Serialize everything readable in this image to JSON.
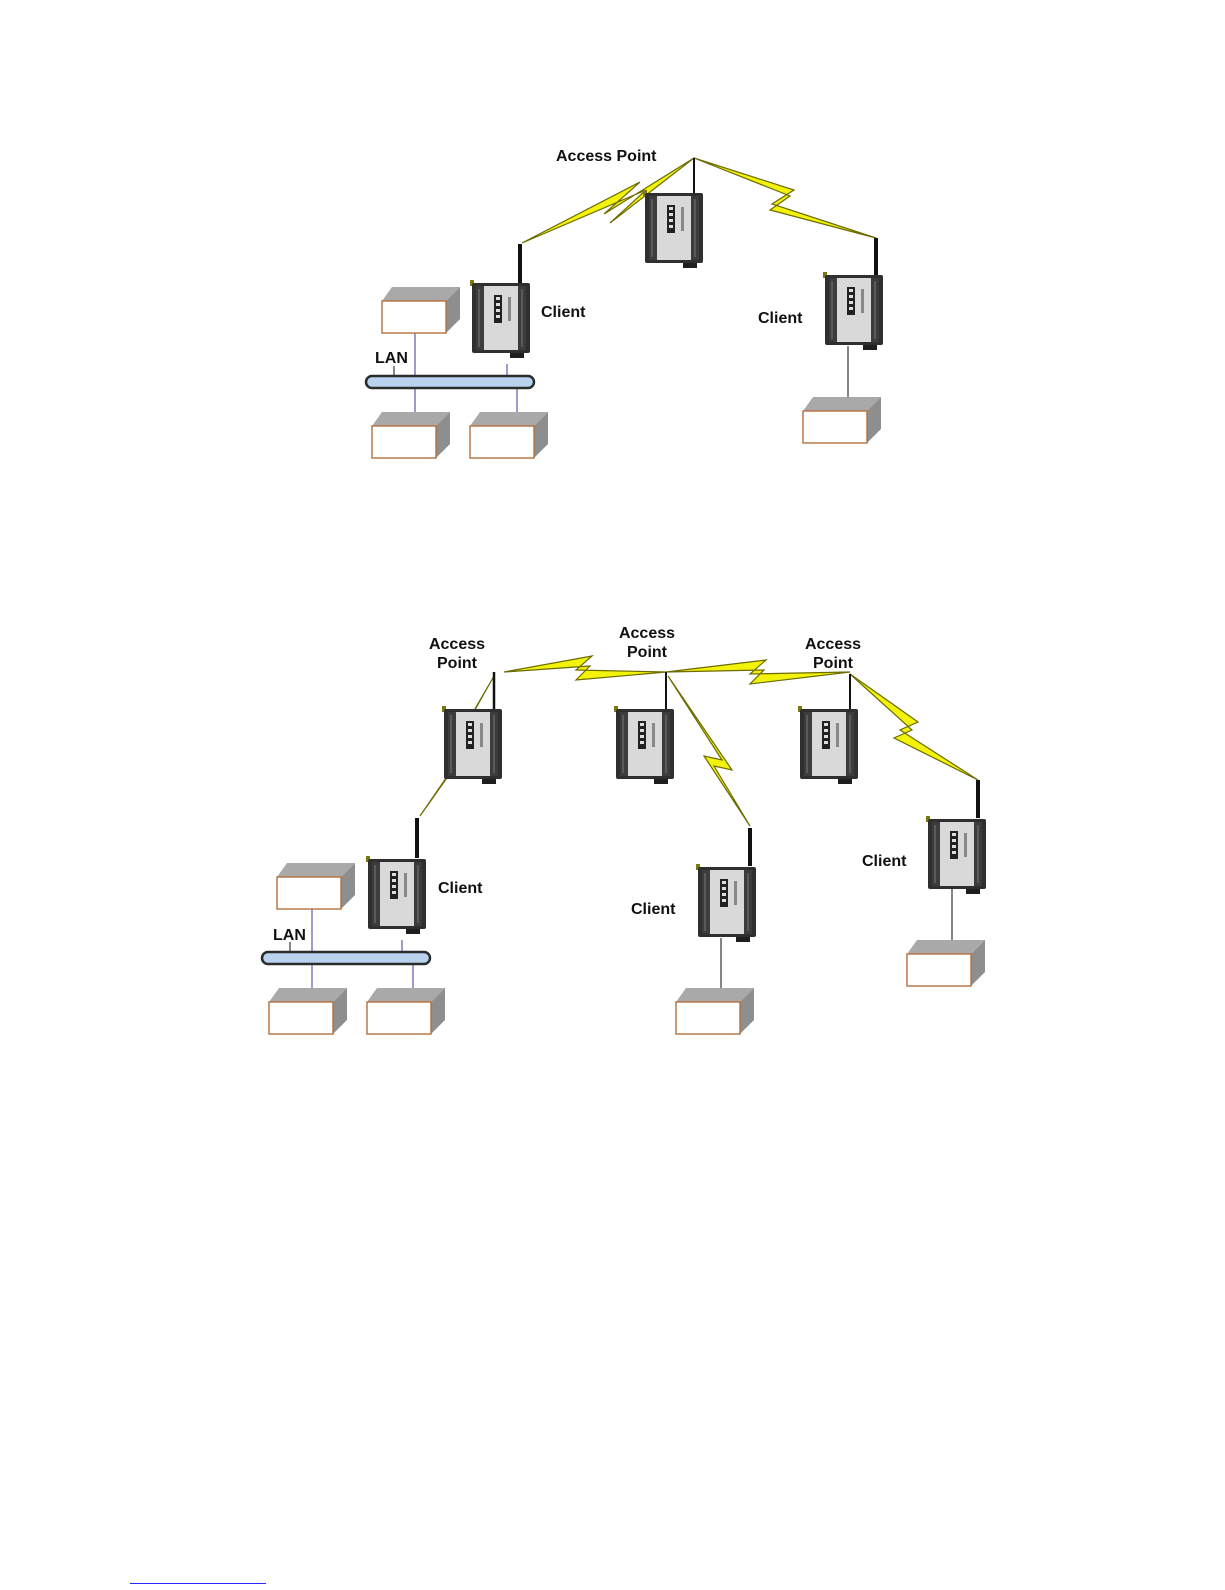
{
  "colors": {
    "lightning_fill": "#f2f20a",
    "lightning_stroke": "#6b6b00",
    "lan_fill": "#b9d3ee",
    "lan_stroke": "#2b2b2b",
    "box_front_stroke": "#b5703a",
    "box_side": "#8e8e8e",
    "box_top": "#a9a9a9",
    "wire": "#3a3aa0",
    "device_body": "#2f2f2f",
    "device_panel": "#e6e6e6",
    "footer_rule": "#2a2aff"
  },
  "icons": [
    "radio-device-icon",
    "computer-box-icon",
    "antenna-icon",
    "lightning-link-icon",
    "lan-bus-icon"
  ],
  "diagram1": {
    "access_point_label": "Access Point",
    "client_left_label": "Client",
    "client_right_label": "Client",
    "lan_label": "LAN"
  },
  "diagram2": {
    "ap_left_line1": "Access",
    "ap_left_line2": "Point",
    "ap_center_line1": "Access",
    "ap_center_line2": "Point",
    "ap_right_line1": "Access",
    "ap_right_line2": "Point",
    "client_left_label": "Client",
    "client_middle_label": "Client",
    "client_right_label": "Client",
    "lan_label": "LAN"
  }
}
